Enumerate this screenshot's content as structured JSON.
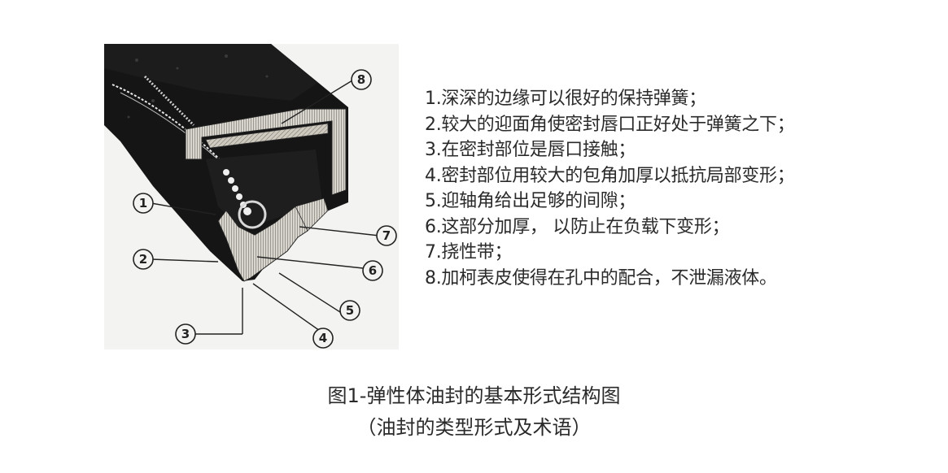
{
  "figure": {
    "description": "Cutaway illustration of an elastomer oil seal with numbered callouts",
    "callouts": [
      "1",
      "2",
      "3",
      "4",
      "5",
      "6",
      "7",
      "8"
    ]
  },
  "legend": {
    "items": [
      {
        "num": "1",
        "text": "1.深深的边缘可以很好的保持弹簧；"
      },
      {
        "num": "2",
        "text": "2.较大的迎面角使密封唇口正好处于弹簧之下；"
      },
      {
        "num": "3",
        "text": "3.在密封部位是唇口接触；"
      },
      {
        "num": "4",
        "text": "4.密封部位用较大的包角加厚以抵抗局部变形；"
      },
      {
        "num": "5",
        "text": "5.迎轴角给出足够的间隙；"
      },
      {
        "num": "6",
        "text": "6.这部分加厚， 以防止在负载下变形；"
      },
      {
        "num": "7",
        "text": "7.挠性带；"
      },
      {
        "num": "8",
        "text": "8.加柯表皮使得在孔中的配合，不泄漏液体。"
      }
    ]
  },
  "caption": {
    "line1": "图1-弹性体油封的基本形式结构图",
    "line2": "（油封的类型形式及术语）"
  }
}
